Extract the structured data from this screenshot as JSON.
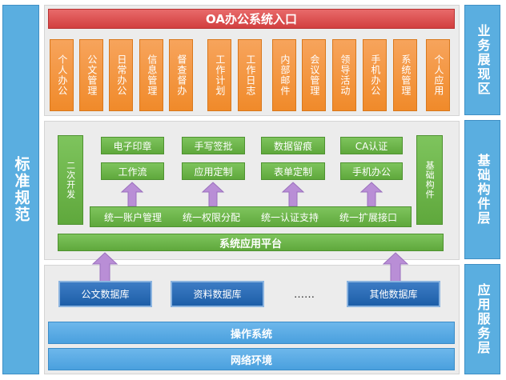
{
  "left_bar": "标准规范",
  "right_labels": {
    "business": "业务展现区",
    "foundation": "基础构件层",
    "service": "应用服务层"
  },
  "entry_title": "OA办公系统入口",
  "modules": [
    "个人办公",
    "公文管理",
    "日常办公",
    "信息管理",
    "督查督办",
    "工作计划",
    "工作日志",
    "内部邮件",
    "会议管理",
    "领导活动",
    "手机办公",
    "系统管理",
    "个人应用"
  ],
  "side_blocks": {
    "left": "二次开发",
    "right": "基础构件"
  },
  "components_top": [
    "电子印章",
    "手写签批",
    "数据留痕",
    "CA认证"
  ],
  "components_bottom": [
    "工作流",
    "应用定制",
    "表单定制",
    "手机办公"
  ],
  "unified": [
    "统一账户管理",
    "统一权限分配",
    "统一认证支持",
    "统一扩展接口"
  ],
  "platform": "系统应用平台",
  "databases": [
    "公文数据库",
    "资料数据库",
    "……",
    "其他数据库"
  ],
  "os": "操作系统",
  "network": "网络环境",
  "colors": {
    "blue_bar": "#5aaee0",
    "orange": "#f08a2a",
    "red": "#d23f3f",
    "green": "#5fa83c",
    "arrow": "#b98ed6",
    "dark_blue": "#1d5ea8"
  }
}
